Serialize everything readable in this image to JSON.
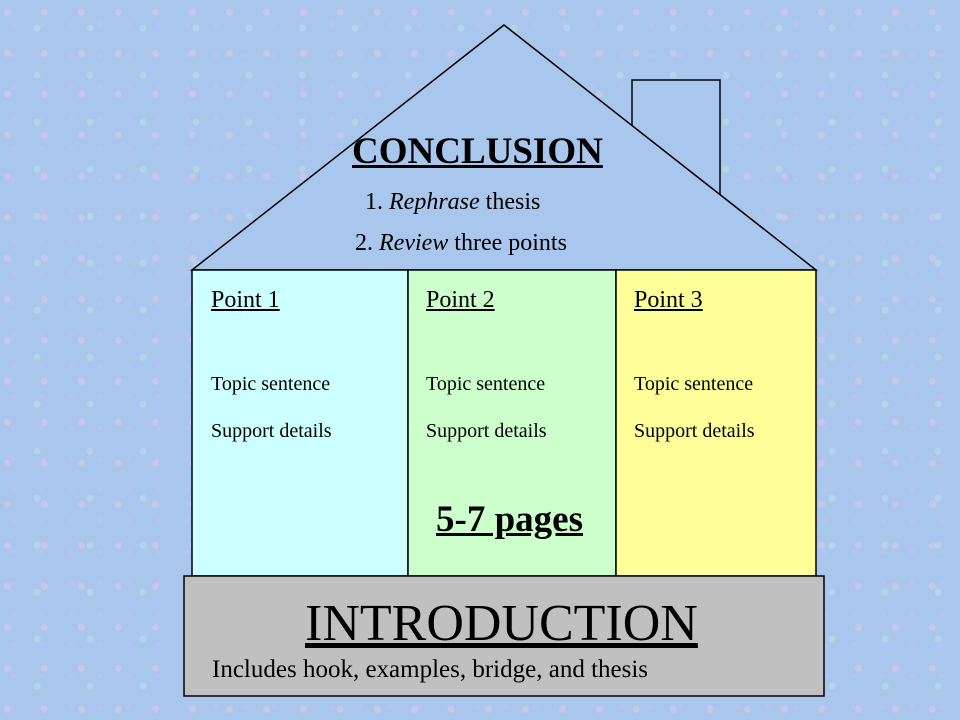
{
  "conclusion": {
    "title": "CONCLUSION",
    "item1": {
      "number": "1.",
      "emphasis": "Rephrase",
      "rest": "thesis"
    },
    "item2": {
      "number": "2.",
      "emphasis": "Review",
      "rest": "three points"
    }
  },
  "points": [
    {
      "title": "Point 1",
      "topic": "Topic sentence",
      "support": "Support details",
      "color": "#ccffff"
    },
    {
      "title": "Point 2",
      "topic": "Topic sentence",
      "support": "Support details",
      "color": "#ccffcc"
    },
    {
      "title": "Point 3",
      "topic": "Topic sentence",
      "support": "Support details",
      "color": "#ffff99"
    }
  ],
  "length_label": "5-7 pages",
  "introduction": {
    "title": "INTRODUCTION",
    "subtitle": "Includes hook, examples, bridge, and thesis",
    "color": "#c0c0c0"
  },
  "background_color": "#a9c6ec"
}
